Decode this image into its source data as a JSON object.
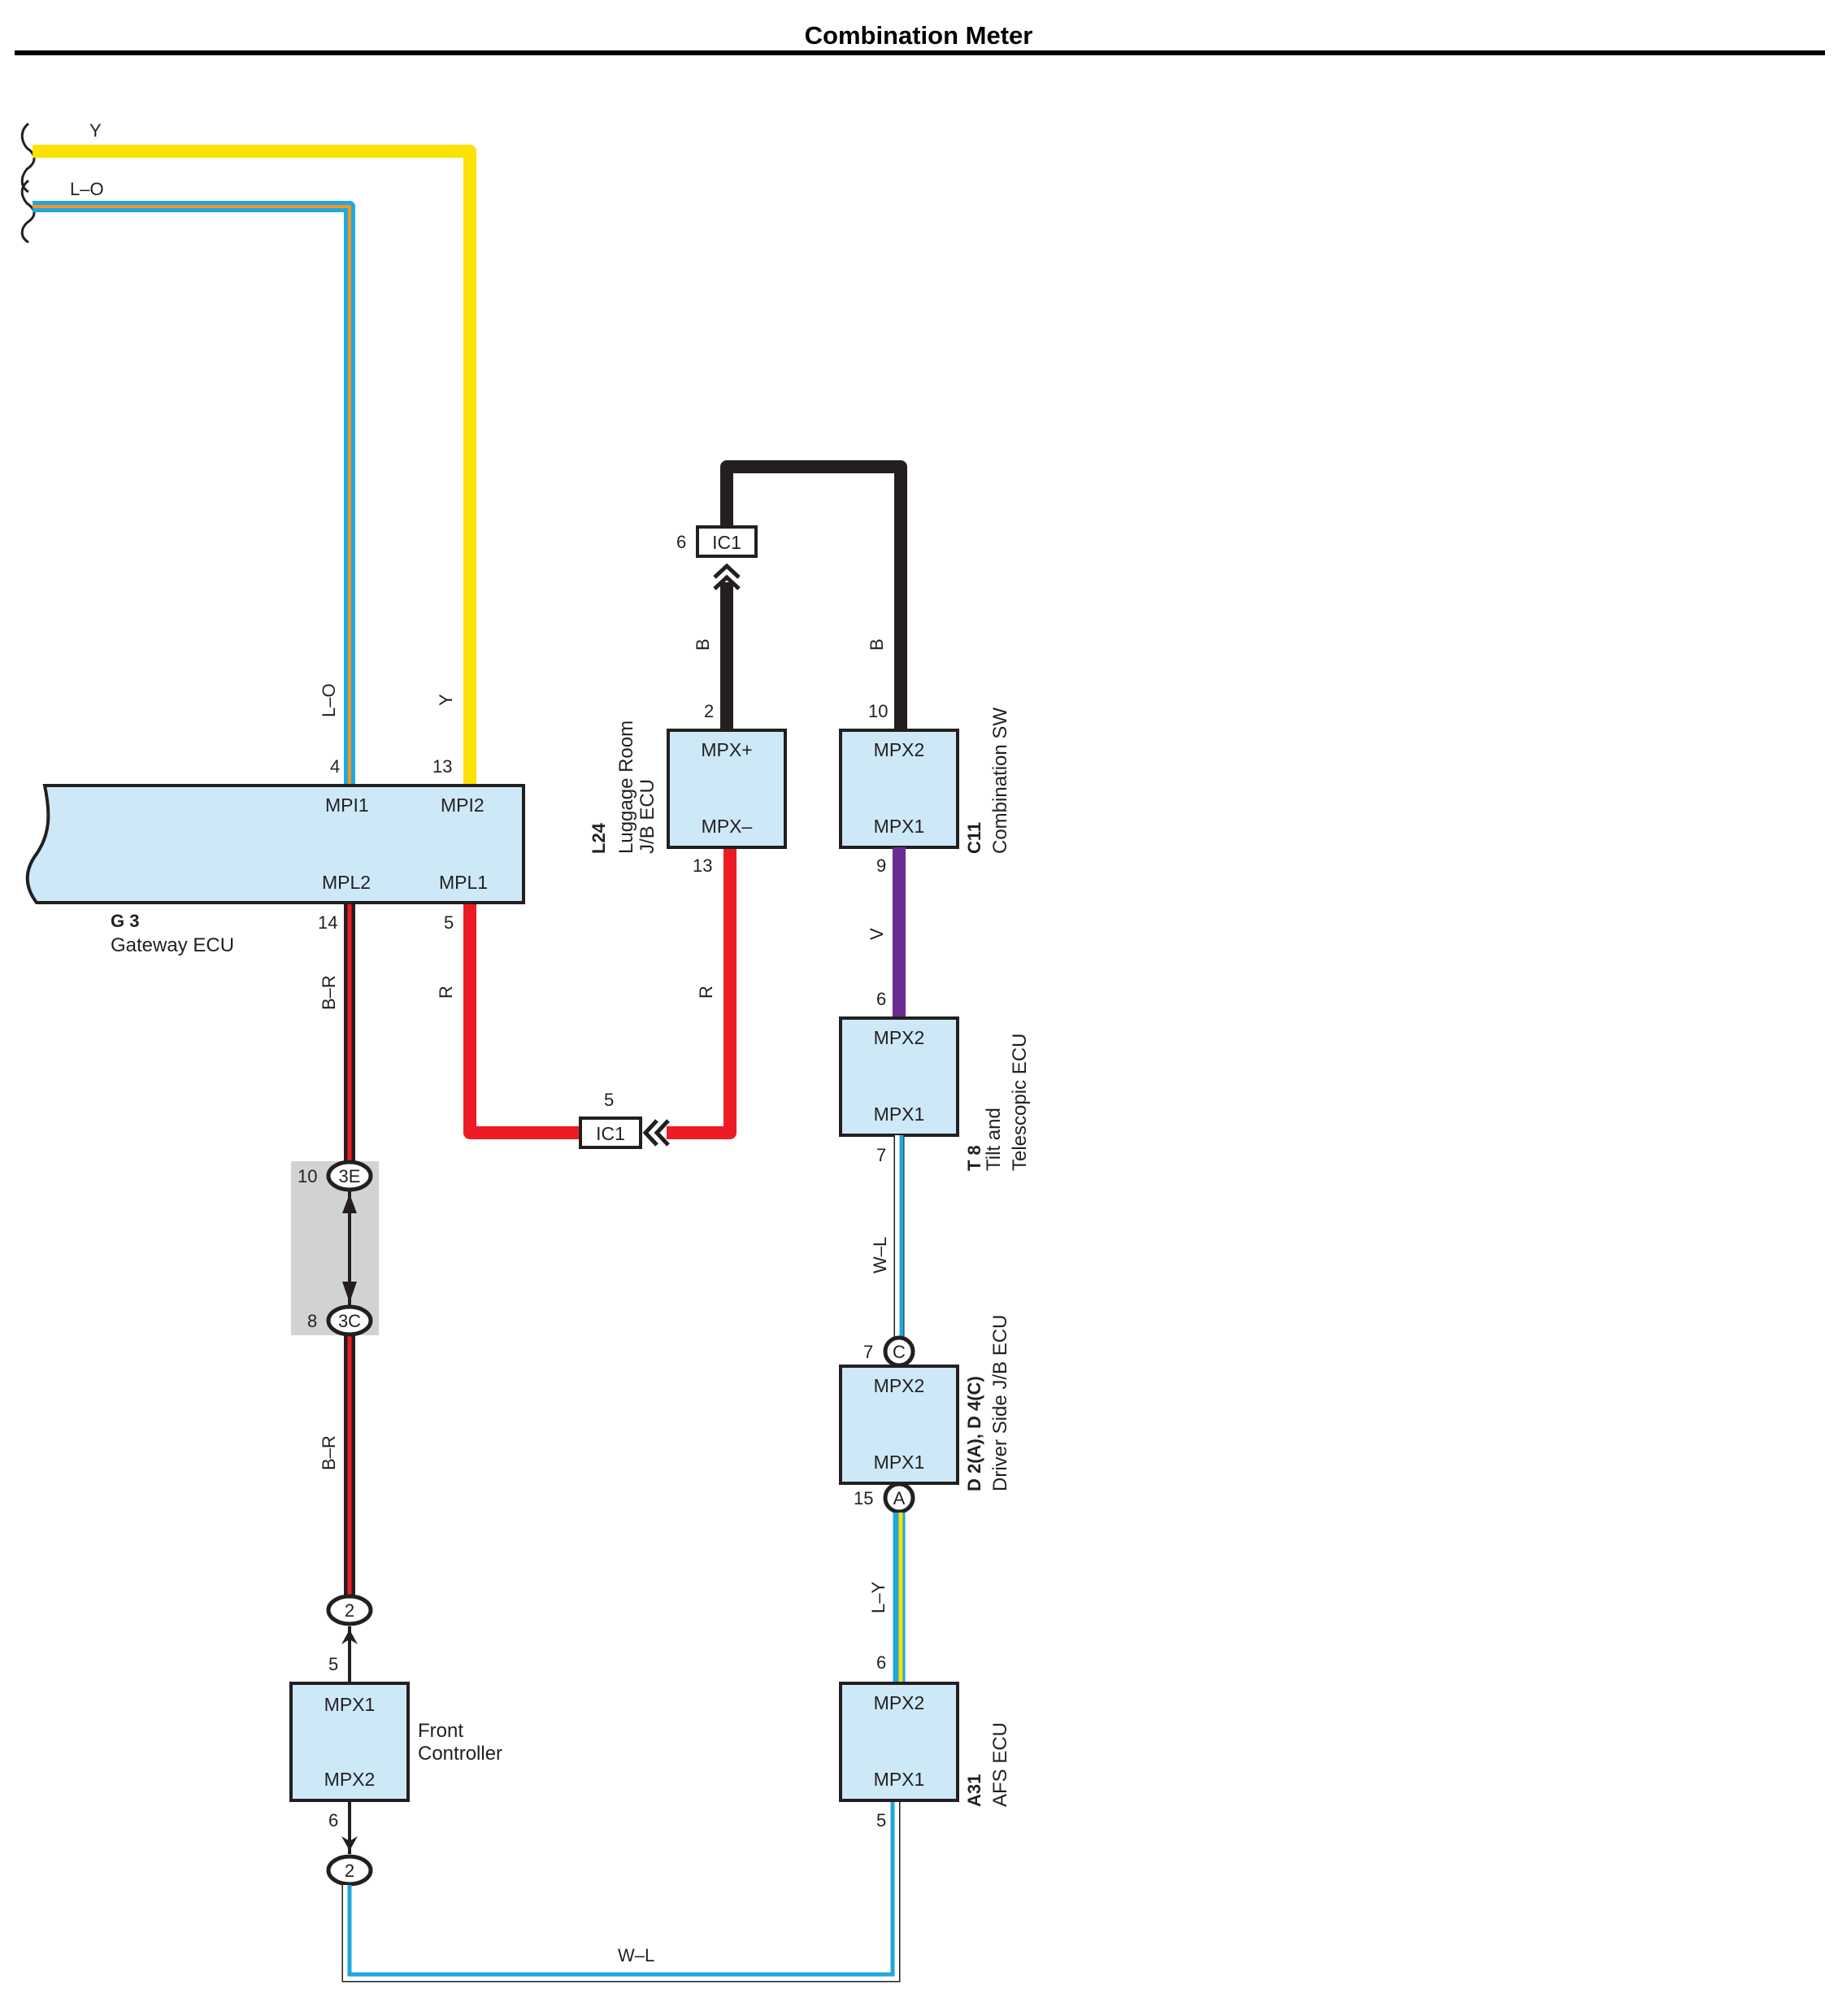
{
  "title": "Combination Meter",
  "colors": {
    "Y": "#fde100",
    "L": "#1fa7e1",
    "O": "#f7941d",
    "B": "#231f20",
    "R": "#ed1c24",
    "V": "#6b2c91",
    "W": "#ffffff",
    "component_fill": "#cde9f8",
    "junction_bg": "#d1d2d4"
  },
  "wires": {
    "y_top": "Y",
    "lo_top": "L–O",
    "lo_vert": "L–O",
    "y_vert": "Y",
    "br_upper": "B–R",
    "br_lower": "B–R",
    "r_left": "R",
    "r_right": "R",
    "b_left": "B",
    "b_right": "B",
    "v": "V",
    "wl_t8": "W–L",
    "ly": "L–Y",
    "wl_bottom": "W–L"
  },
  "gateway": {
    "code": "G 3",
    "name": "Gateway ECU",
    "t_mpi1": "MPI1",
    "t_mpi2": "MPI2",
    "t_mpl2": "MPL2",
    "t_mpl1": "MPL1",
    "p_mpi1": "4",
    "p_mpi2": "13",
    "p_mpl2": "14",
    "p_mpl1": "5"
  },
  "luggage": {
    "code": "L24",
    "name_line1": "Luggage Room",
    "name_line2": "J/B ECU",
    "t_top": "MPX+",
    "t_bottom": "MPX–",
    "p_top": "2",
    "p_bottom": "13"
  },
  "combsw": {
    "code": "C11",
    "name": "Combination SW",
    "t_top": "MPX2",
    "t_bottom": "MPX1",
    "p_top": "10",
    "p_bottom": "9"
  },
  "tilt": {
    "code": "T 8",
    "name_line1": "Tilt and",
    "name_line2": "Telescopic ECU",
    "t_top": "MPX2",
    "t_bottom": "MPX1",
    "p_top": "6",
    "p_bottom": "7"
  },
  "driver": {
    "code": "D 2(A), D 4(C)",
    "name": "Driver Side J/B ECU",
    "t_top": "MPX2",
    "t_bottom": "MPX1",
    "p_top": "7",
    "p_bottom": "15",
    "conn_top": "C",
    "conn_bottom": "A"
  },
  "afs": {
    "code": "A31",
    "name": "AFS ECU",
    "t_top": "MPX2",
    "t_bottom": "MPX1",
    "p_top": "6",
    "p_bottom": "5"
  },
  "front": {
    "name_line1": "Front",
    "name_line2": "Controller",
    "t_top": "MPX1",
    "t_bottom": "MPX2",
    "p_top": "5",
    "p_bottom": "6",
    "conn_top": "2",
    "conn_bottom": "2"
  },
  "connectors": {
    "ic1_top": "IC1",
    "ic1_top_pin": "6",
    "ic1_bottom": "IC1",
    "ic1_bottom_pin": "5",
    "j3e": "3E",
    "j3e_pin": "10",
    "j3c": "3C",
    "j3c_pin": "8"
  }
}
